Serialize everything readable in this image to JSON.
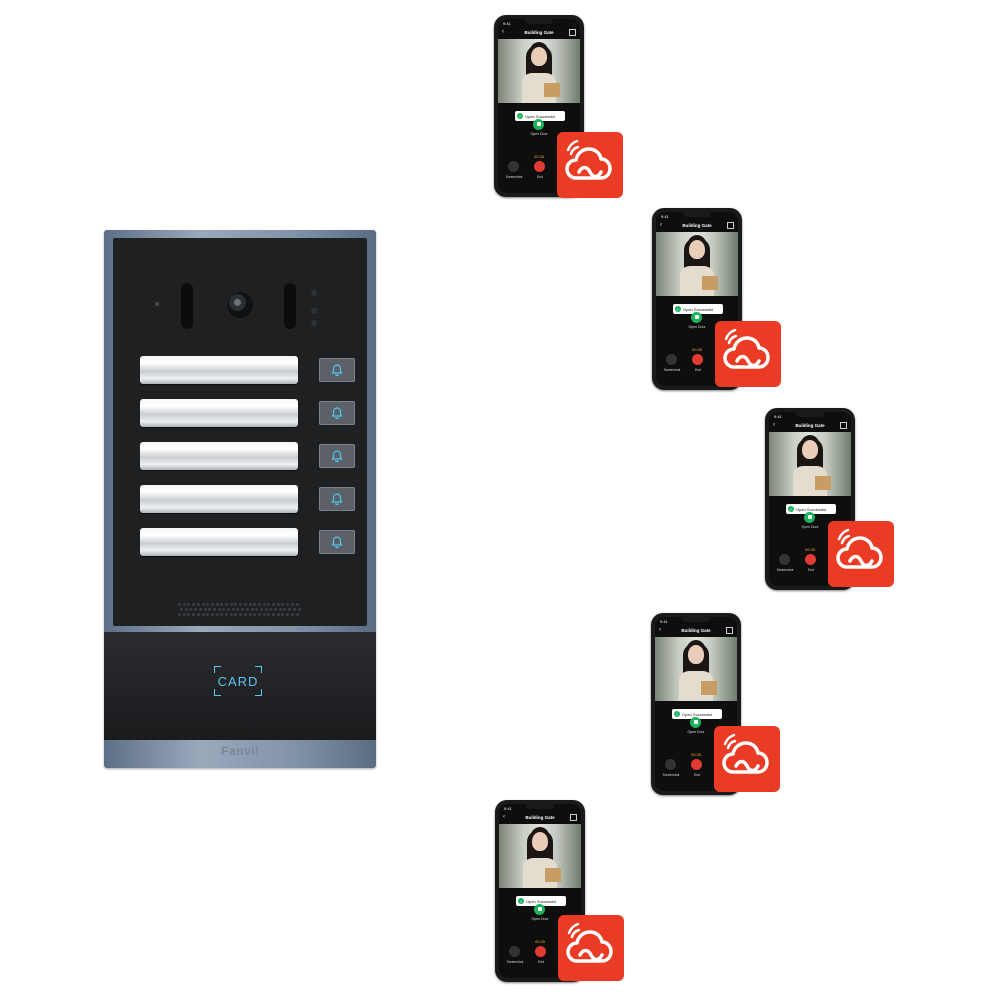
{
  "intercom": {
    "card_label": "CARD",
    "brand": "Fanvil",
    "call_buttons": 5
  },
  "phone_app": {
    "time": "9:41",
    "title": "Building Gate",
    "toast": "Open Successful",
    "open_label": "Open Door",
    "timer": "00:35",
    "screenshot_label": "Screenshot",
    "end_label": "End"
  },
  "colors": {
    "badge": "#ea3b24",
    "card_led": "#58c6ef",
    "bell_led": "#4fc6f0",
    "open_green": "#1fb35c",
    "end_red": "#e23b33"
  },
  "icons": [
    "bell-icon",
    "cloud-icon",
    "lock-icon",
    "check-icon",
    "phone-end-icon"
  ]
}
